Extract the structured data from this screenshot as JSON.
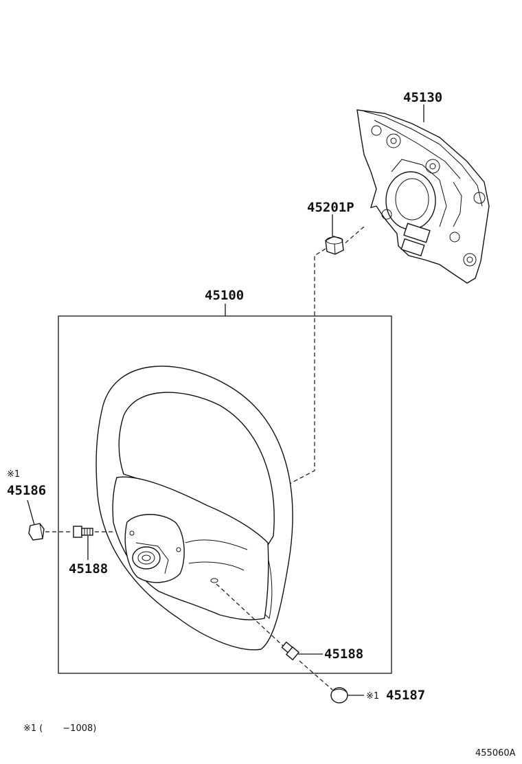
{
  "diagram": {
    "labels": {
      "airbag": "45130",
      "nut": "45201P",
      "wheel_assembly": "45100",
      "cover_note": "※1",
      "cover": "45186",
      "screw_left": "45188",
      "screw_right": "45188",
      "cap_note": "※1",
      "cap": "45187"
    },
    "footnote": "※1 (       −1008)",
    "figure_id": "455060A"
  }
}
